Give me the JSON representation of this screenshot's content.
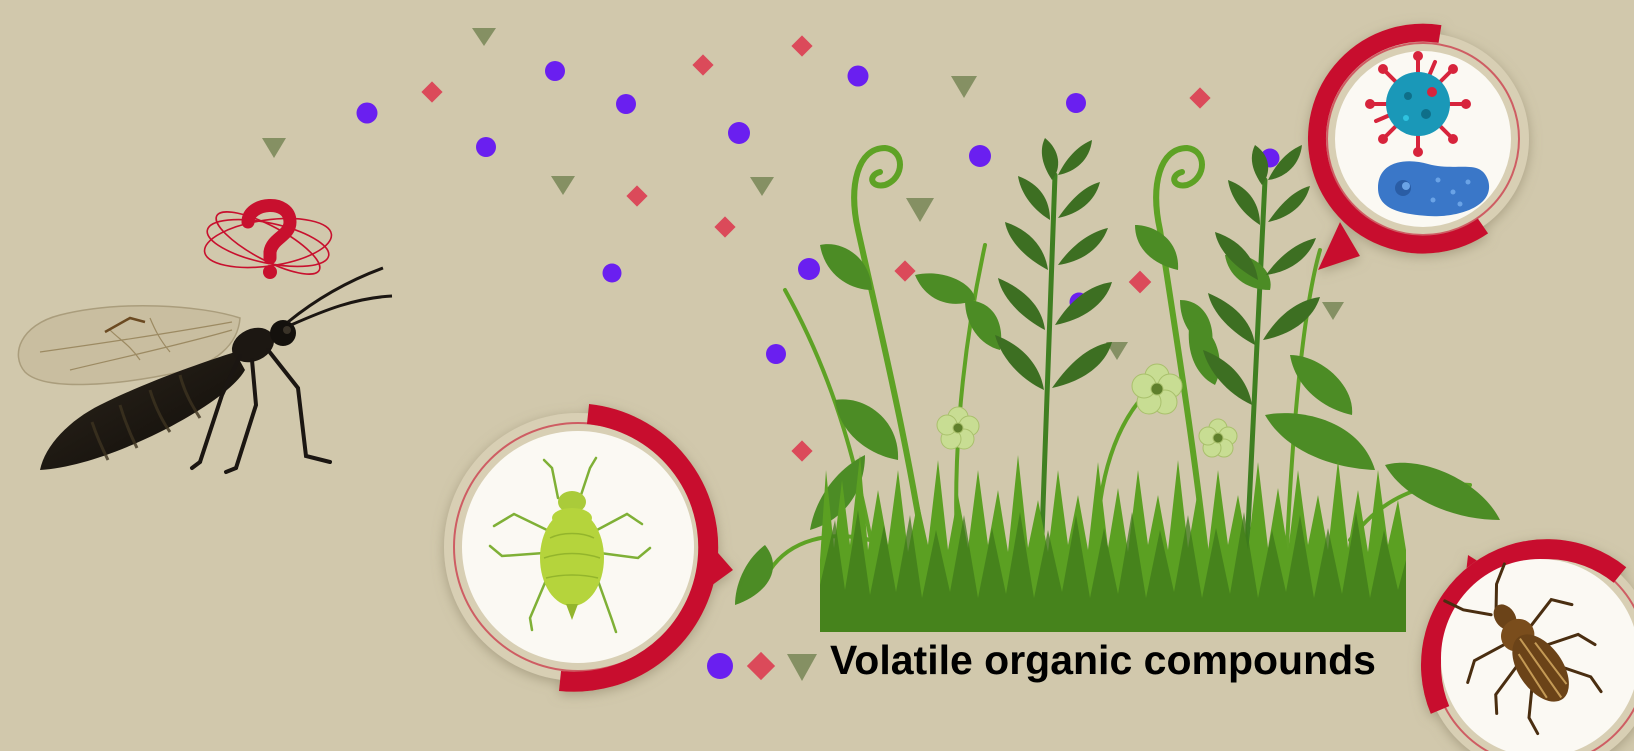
{
  "legend": {
    "label": "Volatile organic compounds",
    "symbols": [
      "circle",
      "diamond",
      "triangle"
    ]
  },
  "colors": {
    "background": "#d1c8ac",
    "circle": "#6a1ff0",
    "diamond": "#db4a5a",
    "triangle": "#859063",
    "ring": "#c8102e",
    "ring_light": "#d8cfb4",
    "leaf": "#4c8c25",
    "grass": "#5ba022",
    "aphid": "#b5d43c",
    "weevil": "#6b4318",
    "wasp": "#1b1612"
  },
  "icons": [
    "parasitoid-wasp-icon",
    "question-mark-icon",
    "aphid-icon",
    "microbe-icon",
    "weevil-icon",
    "plant-cluster-icon"
  ]
}
